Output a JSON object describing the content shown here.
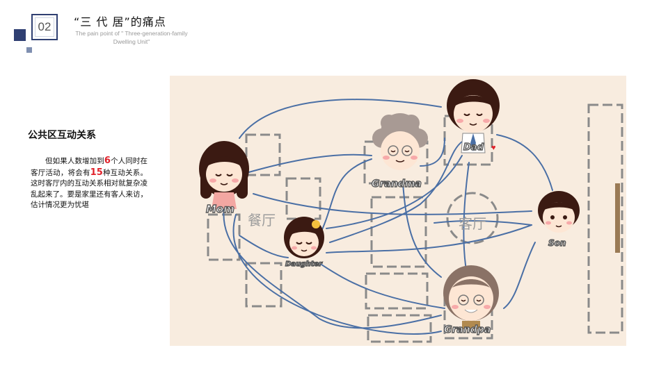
{
  "header": {
    "number": "02",
    "title_cn": "“三 代 居”的痛点",
    "title_en": "The pain point of \" Three-generation-family  Dwelling  Unit\""
  },
  "section": {
    "title": "公共区互动关系",
    "body_part1": "但如果人数增加到",
    "num_people": "6",
    "body_part2": "个人同时在客厅活动，将会有",
    "num_relations": "15",
    "body_part3": "种互动关系。这时客厅内的互动关系相对就复杂凌乱起来了。要是家里还有客人来访，估计情况更为忧堪"
  },
  "diagram": {
    "rooms": {
      "dining": "餐厅",
      "living": "客厅"
    },
    "people": {
      "mom": "Mom",
      "daughter": "Daughter",
      "grandma": "Grandma",
      "dad": "Dad",
      "son": "Son",
      "grandpa": "Grandpa"
    }
  },
  "colors": {
    "accent_navy": "#2f3f72",
    "highlight_red": "#e0212a",
    "line_blue": "#4a6fa5",
    "canvas_bg": "#f8ecdf"
  }
}
